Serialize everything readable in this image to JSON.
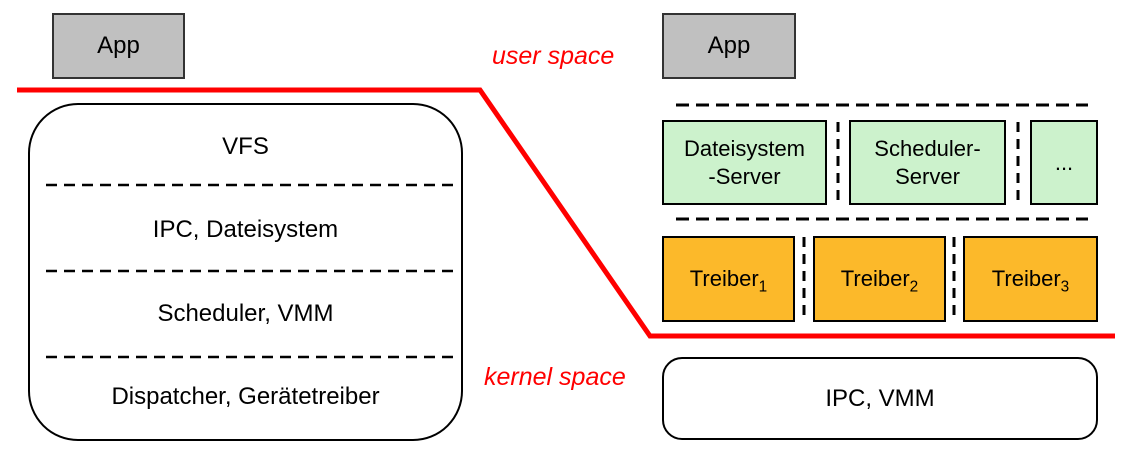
{
  "left_panel": {
    "app_label": "App",
    "layers": [
      "VFS",
      "IPC, Dateisystem",
      "Scheduler, VMM",
      "Dispatcher, Gerätetreiber"
    ]
  },
  "boundary_labels": {
    "user": "user space",
    "kernel": "kernel space"
  },
  "right_panel": {
    "app_label": "App",
    "servers": [
      {
        "label": "Dateisystem\n-Server"
      },
      {
        "label": "Scheduler-\nServer"
      },
      {
        "label": "..."
      }
    ],
    "drivers": [
      {
        "name": "Treiber",
        "index": "1"
      },
      {
        "name": "Treiber",
        "index": "2"
      },
      {
        "name": "Treiber",
        "index": "3"
      }
    ],
    "kernel_label": "IPC, VMM"
  },
  "colors": {
    "boundary_red": "#ff0000",
    "app_gray": "#c0c0c0",
    "server_green": "#ccf2cc",
    "driver_orange": "#fcb92a",
    "border_black": "#000000"
  }
}
